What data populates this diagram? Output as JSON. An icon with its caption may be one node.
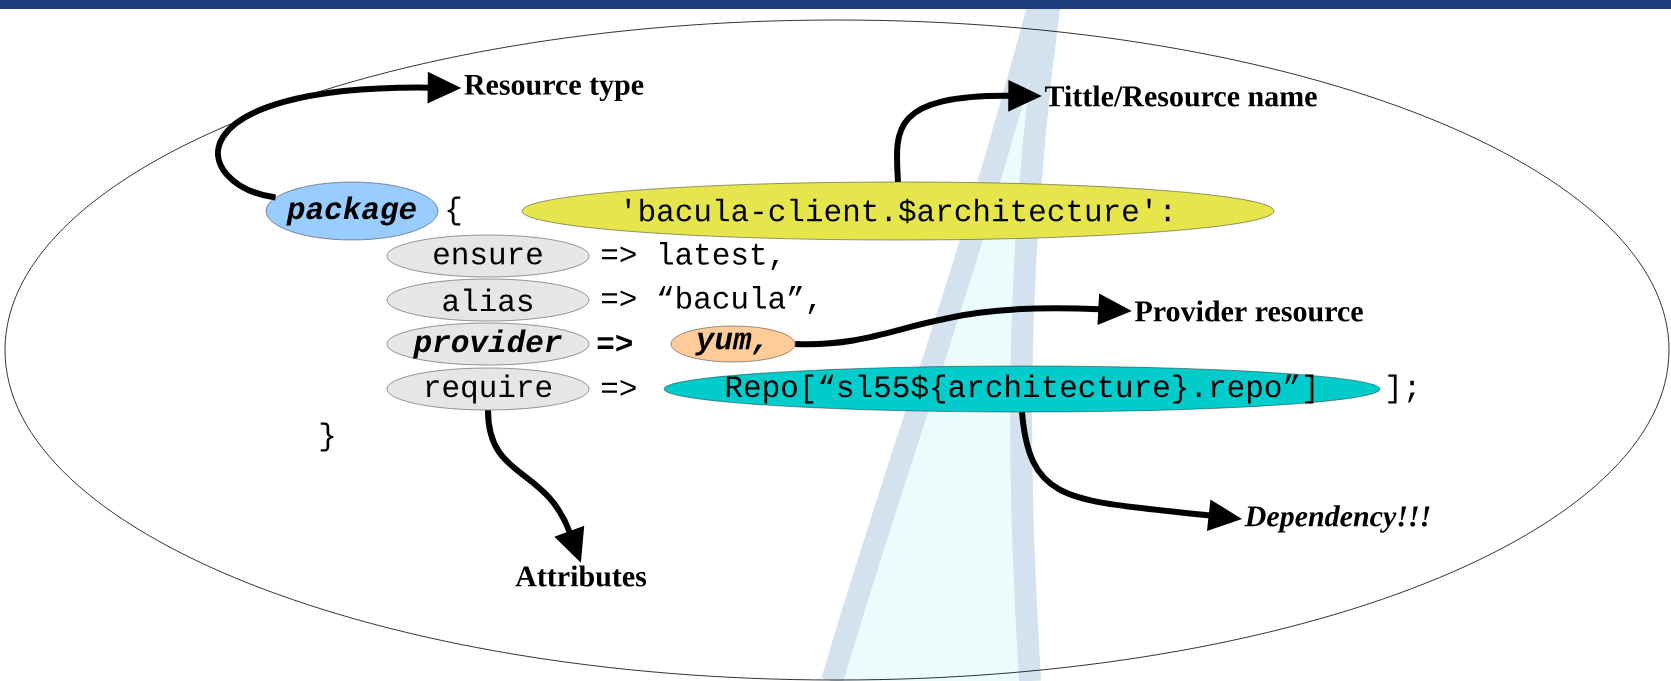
{
  "diagram": {
    "nodes": [
      {
        "text": [],
        "shape": "ellipse"
      },
      {
        "text": [
          "package"
        ],
        "in": 0
      },
      {
        "text": [
          "'bacula-client.$architecture':"
        ],
        "in": 0
      },
      {
        "text": [
          "ensure"
        ],
        "in": 0
      },
      {
        "text": [
          "alias"
        ],
        "in": 0
      },
      {
        "text": [
          "provider"
        ],
        "in": 0
      },
      {
        "text": [
          "yum,"
        ],
        "in": 0
      },
      {
        "text": [
          "require"
        ],
        "in": 0
      },
      {
        "text": [
          "Repo[“sl55${architecture}.repo”]"
        ],
        "in": 0
      },
      {
        "text": [
          "Resource type"
        ],
        "in": 0
      },
      {
        "text": [
          "Tittle/Resource name"
        ],
        "in": 0
      },
      {
        "text": [
          "Provider resource"
        ],
        "in": 0
      },
      {
        "text": [
          "Attributes"
        ],
        "in": 0
      },
      {
        "text": [
          "Dependency!!!"
        ],
        "in": 0
      }
    ],
    "edges": [
      {
        "from": 1,
        "to": 9,
        "arrow": "to"
      },
      {
        "from": 2,
        "to": 10,
        "arrow": "to"
      },
      {
        "from": 6,
        "to": 11,
        "arrow": "to"
      },
      {
        "from": 7,
        "to": 12,
        "arrow": "to"
      },
      {
        "from": 8,
        "to": 13,
        "arrow": "to"
      }
    ],
    "labels": [
      "{",
      "=> latest,",
      "=> “bacula”,",
      "=>",
      "=>",
      "];",
      "}"
    ]
  }
}
